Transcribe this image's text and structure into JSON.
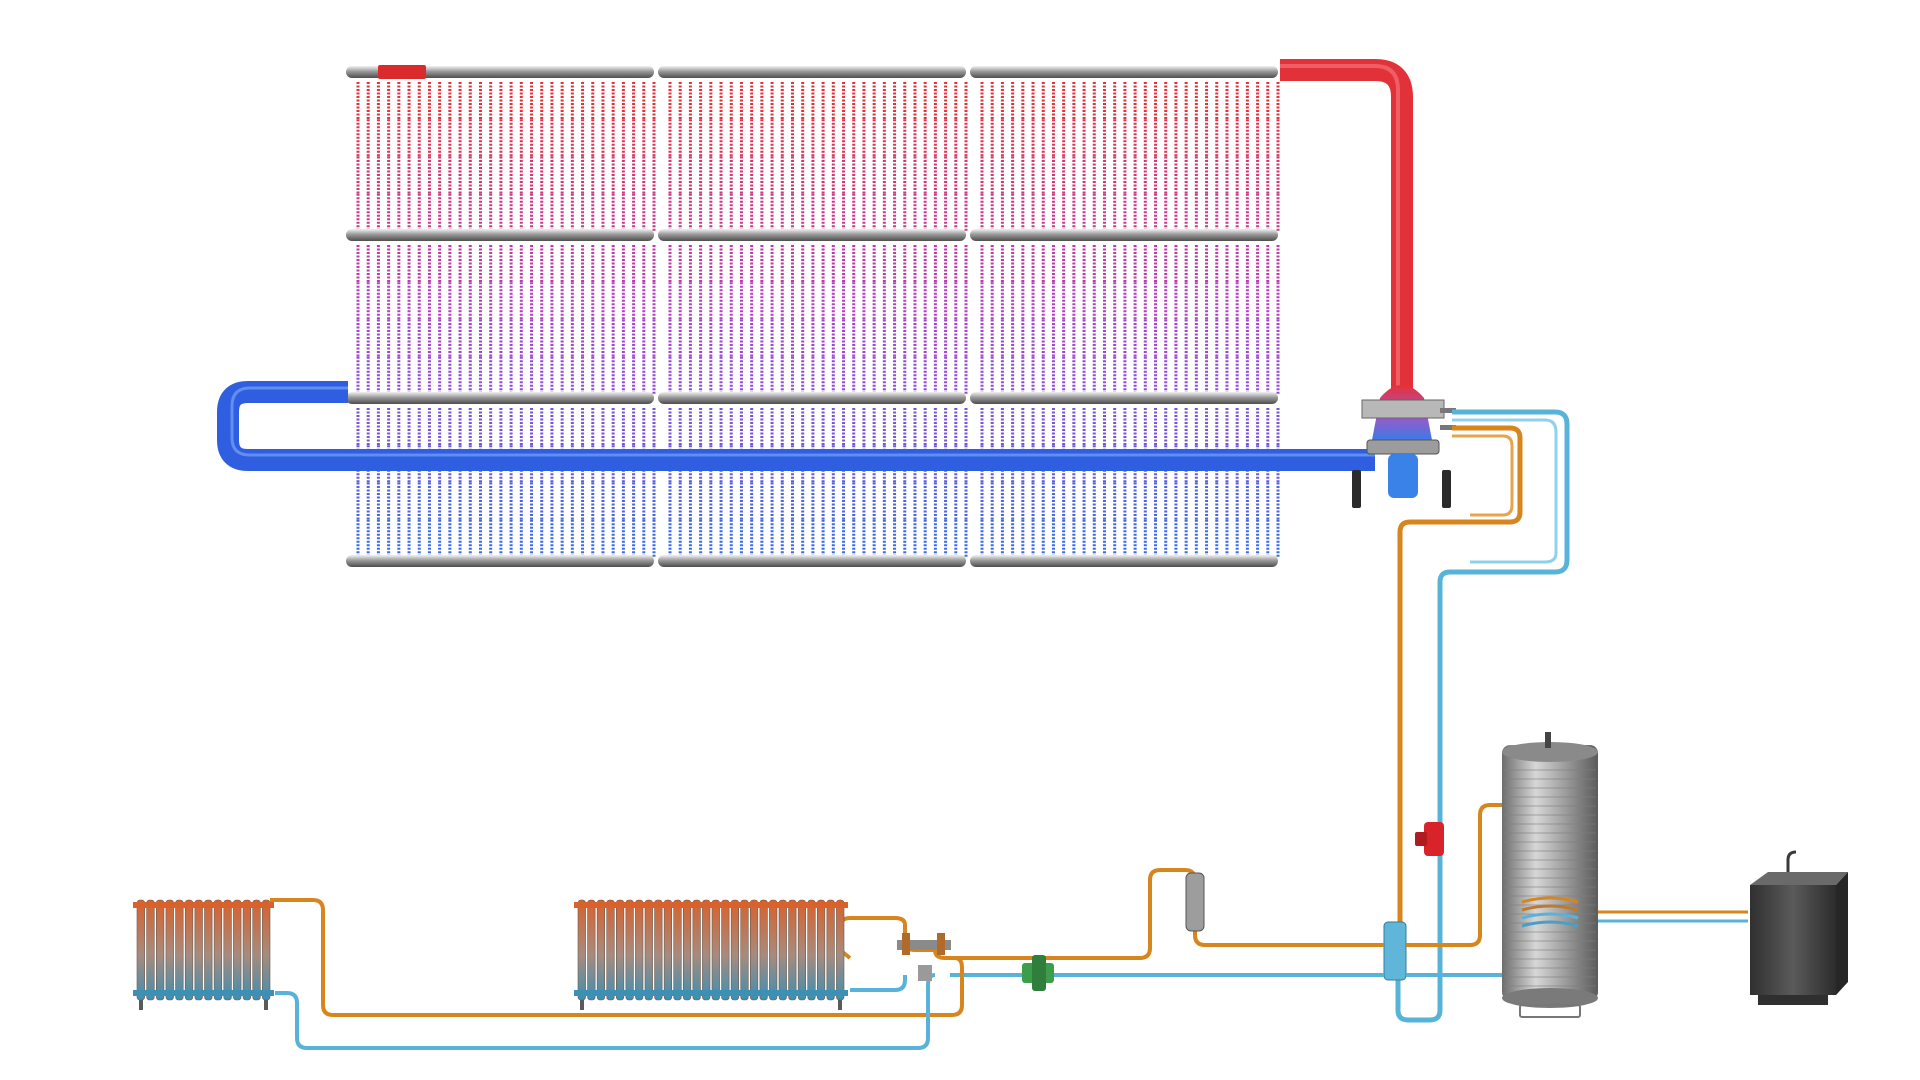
{
  "diagram": {
    "collector": {
      "badge": "",
      "rows": 3,
      "cols": 3,
      "tubes_per_module": 30,
      "hot_color": "#e8303a",
      "mid_color": "#b040d0",
      "cold_color": "#3a6ae8"
    },
    "pipes": {
      "hot_color": "#e4312f",
      "cold_color": "#2f5fe0",
      "supply_color": "#d7861e",
      "return_color": "#57b4d8"
    },
    "components": [
      "solar-collector-array",
      "solar-station",
      "storage-tank",
      "boiler",
      "radiator-1",
      "radiator-2",
      "circulation-pump",
      "expansion-vessel",
      "mixing-valve",
      "hydraulic-separator"
    ]
  }
}
